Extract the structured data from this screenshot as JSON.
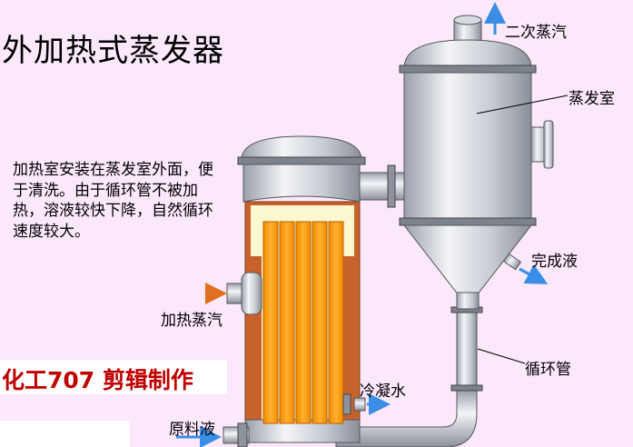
{
  "title": "外加热式蒸发器",
  "description": "加热室安装在蒸发室外面，便于清洗。由于循环管不被加热，溶液较快下降，自然循环速度较大。",
  "brand": "化工707 剪辑制作",
  "labels": {
    "secondary_steam": "二次蒸汽",
    "evaporation_chamber": "蒸发室",
    "finished_liquid": "完成液",
    "heating_steam": "加热蒸汽",
    "circulation_pipe": "循环管",
    "condensate_water": "冷凝水",
    "raw_liquid": "原料液"
  },
  "colors": {
    "background": "#fbe8fb",
    "tube_orange": "#ff9900",
    "shell_brown": "#c8622c",
    "arrow_blue": "#3a8ee6",
    "arrow_orange": "#e07020",
    "brand_red": "#c00000"
  }
}
